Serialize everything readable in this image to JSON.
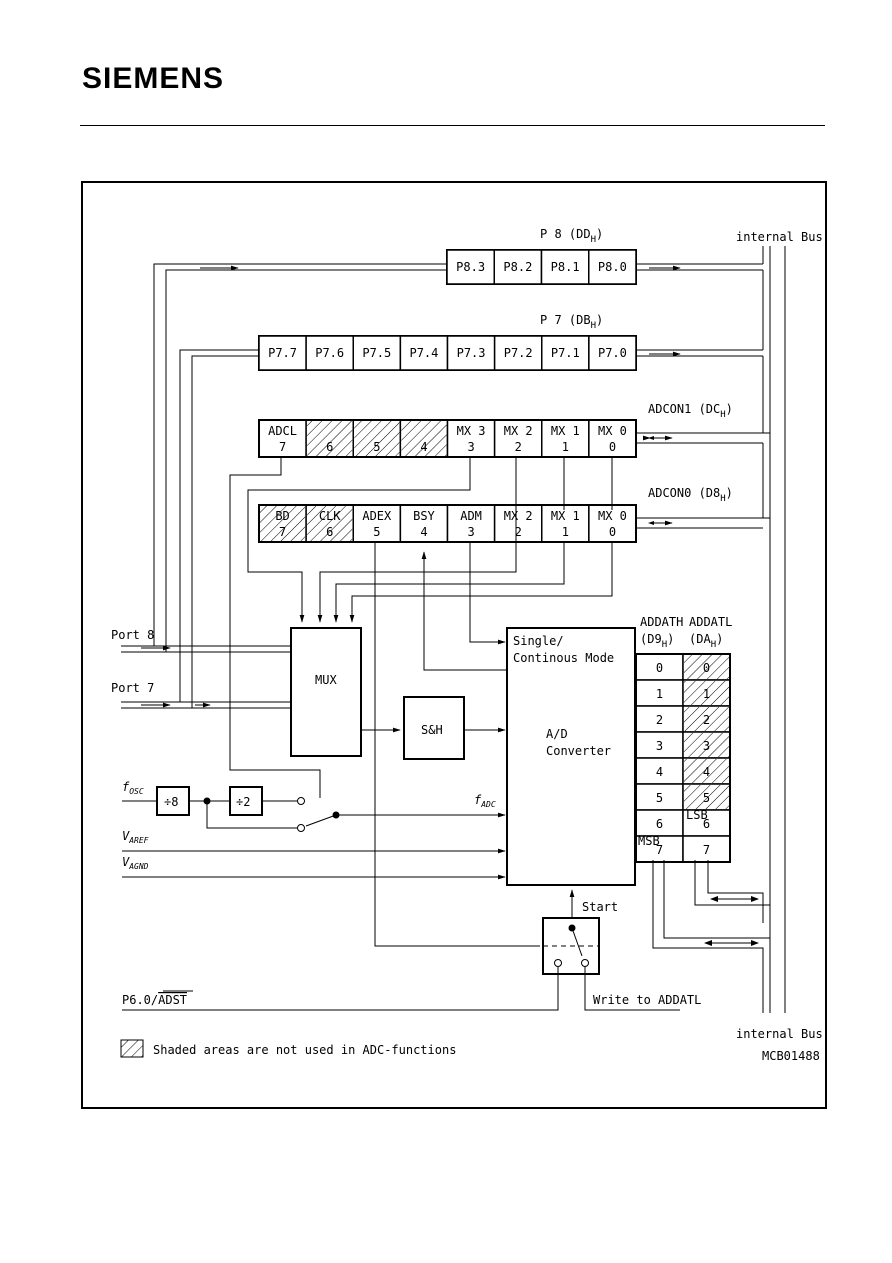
{
  "header": {
    "brand": "SIEMENS"
  },
  "registers": {
    "p8": {
      "title": "P 8 (DD",
      "sub": "H",
      "close": ")",
      "cells": [
        "P8.3",
        "P8.2",
        "P8.1",
        "P8.0"
      ]
    },
    "p7": {
      "title": "P 7 (DB",
      "sub": "H",
      "close": ")",
      "cells": [
        "P7.7",
        "P7.6",
        "P7.5",
        "P7.4",
        "P7.3",
        "P7.2",
        "P7.1",
        "P7.0"
      ]
    },
    "adcon1": {
      "title": "ADCON1 (DC",
      "sub": "H",
      "close": ")",
      "cells": [
        {
          "name": "ADCL",
          "bit": "7",
          "shaded": false
        },
        {
          "name": "",
          "bit": "6",
          "shaded": true
        },
        {
          "name": "",
          "bit": "5",
          "shaded": true
        },
        {
          "name": "",
          "bit": "4",
          "shaded": true
        },
        {
          "name": "MX 3",
          "bit": "3",
          "shaded": false
        },
        {
          "name": "MX 2",
          "bit": "2",
          "shaded": false
        },
        {
          "name": "MX 1",
          "bit": "1",
          "shaded": false
        },
        {
          "name": "MX 0",
          "bit": "0",
          "shaded": false
        }
      ]
    },
    "adcon0": {
      "title": "ADCON0 (D8",
      "sub": "H",
      "close": ")",
      "cells": [
        {
          "name": "BD",
          "bit": "7",
          "shaded": true
        },
        {
          "name": "CLK",
          "bit": "6",
          "shaded": true
        },
        {
          "name": "ADEX",
          "bit": "5",
          "shaded": false
        },
        {
          "name": "BSY",
          "bit": "4",
          "shaded": false
        },
        {
          "name": "ADM",
          "bit": "3",
          "shaded": false
        },
        {
          "name": "MX 2",
          "bit": "2",
          "shaded": false
        },
        {
          "name": "MX 1",
          "bit": "1",
          "shaded": false
        },
        {
          "name": "MX 0",
          "bit": "0",
          "shaded": false
        }
      ]
    }
  },
  "bus": {
    "top_label": "internal Bus",
    "bottom_label": "internal Bus"
  },
  "ports": {
    "port8": "Port 8",
    "port7": "Port 7"
  },
  "blocks": {
    "mux": "MUX",
    "sh": "S&H",
    "mode_line1": "Single/",
    "mode_line2": "Continous Mode",
    "conv_line1": "A/D",
    "conv_line2": "Converter",
    "div8": "÷8",
    "div2": "÷2"
  },
  "signals": {
    "fosc": "f",
    "fosc_sub": "OSC",
    "fadc": "f",
    "fadc_sub": "ADC",
    "varef": "V",
    "varef_sub": "AREF",
    "vagnd": "V",
    "vagnd_sub": "AGND",
    "p60": "P6.0/",
    "adst": "ADST",
    "start": "Start",
    "write_addatl": "Write to ADDATL"
  },
  "result": {
    "addath_title": "ADDATH",
    "addatl_title": "ADDATL",
    "addath_addr": "(D9",
    "addatl_addr": "(DA",
    "addr_sub": "H",
    "addr_close": ")",
    "addath_bits": [
      "0",
      "1",
      "2",
      "3",
      "4",
      "5",
      "6",
      "7"
    ],
    "addatl_bits": [
      "0",
      "1",
      "2",
      "3",
      "4",
      "5",
      "6",
      "7"
    ],
    "addatl_shaded": [
      true,
      true,
      true,
      true,
      true,
      true,
      false,
      false
    ],
    "msb": "MSB",
    "lsb": "LSB"
  },
  "legend": {
    "text": "Shaded areas are not used in ADC-functions"
  },
  "figure_code": "MCB01488"
}
